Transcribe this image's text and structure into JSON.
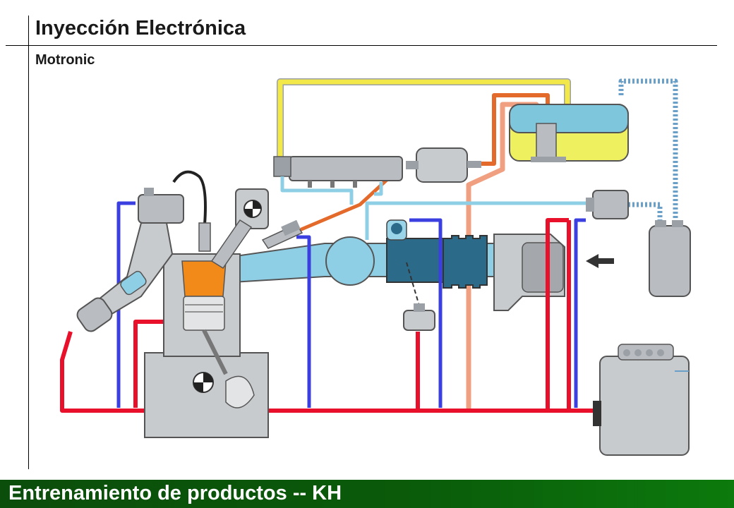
{
  "header": {
    "title": "Inyección Electrónica",
    "subtitle": "Motronic"
  },
  "footer": {
    "text": "Entrenamiento de productos -- KH"
  },
  "colors": {
    "footer_bg": "#0a5a0a",
    "fuel_supply_red": "#e8102a",
    "fuel_return_yellow": "#f2e84a",
    "vacuum_blue": "#3b3fe0",
    "coolant_light_blue": "#8fcfe6",
    "orange_line": "#e36a2a",
    "combustion_orange": "#f28a1a",
    "component_gray": "#b9bcc0"
  }
}
